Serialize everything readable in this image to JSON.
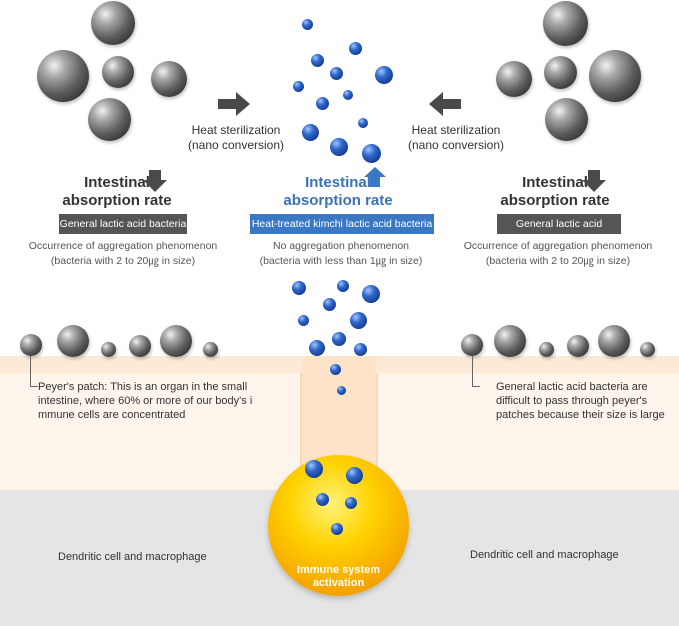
{
  "left_panel": {
    "sterilization_line1": "Heat sterilization",
    "sterilization_line2": "(nano conversion)",
    "absorption_line1": "Intestinal",
    "absorption_line2": "absorption rate",
    "badge": "General lactic acid bacteria",
    "desc_line1": "Occurrence of aggregation phenomenon",
    "desc_line2": "(bacteria with 2 to 20㎍ in size)"
  },
  "center_panel": {
    "absorption_line1": "Intestinal",
    "absorption_line2": "absorption rate",
    "badge": "Heat-treated kimchi lactic acid bacteria",
    "desc_line1": "No aggregation phenomenon",
    "desc_line2": "(bacteria with less than 1㎍ in size)"
  },
  "right_panel": {
    "sterilization_line1": "Heat sterilization",
    "sterilization_line2": "(nano conversion)",
    "absorption_line1": "Intestinal",
    "absorption_line2": "absorption rate",
    "badge": "General lactic acid bacteria",
    "desc_line1": "Occurrence of aggregation phenomenon",
    "desc_line2": "(bacteria with 2 to 20㎍ in size)"
  },
  "peyer_note": {
    "line1": "Peyer's patch: This is an organ in the small",
    "line2": "intestine, where 60% or more of our body's i",
    "line3": "mmune cells are concentrated"
  },
  "general_note": {
    "line1": "General lactic acid bacteria are",
    "line2": "difficult to pass through peyer's",
    "line3": "patches because their size is large"
  },
  "dendritic_left": "Dendritic cell and macrophage",
  "dendritic_right": "Dendritic cell and macrophage",
  "immune": {
    "line1": "Immune system",
    "line2": "activation"
  },
  "colors": {
    "accent_blue": "#3a78c4",
    "heading_blue": "#3a72b8",
    "badge_gray": "#555555",
    "intestine_band": "#fdf5ec",
    "tissue_gray": "#e5e5e5",
    "immune_yellow": "#ffd200"
  },
  "icons": {
    "left_arrow": "arrow-right-icon",
    "right_arrow": "arrow-left-icon",
    "decrease_indicator": "arrow-down-icon",
    "increase_indicator": "arrow-up-icon"
  }
}
